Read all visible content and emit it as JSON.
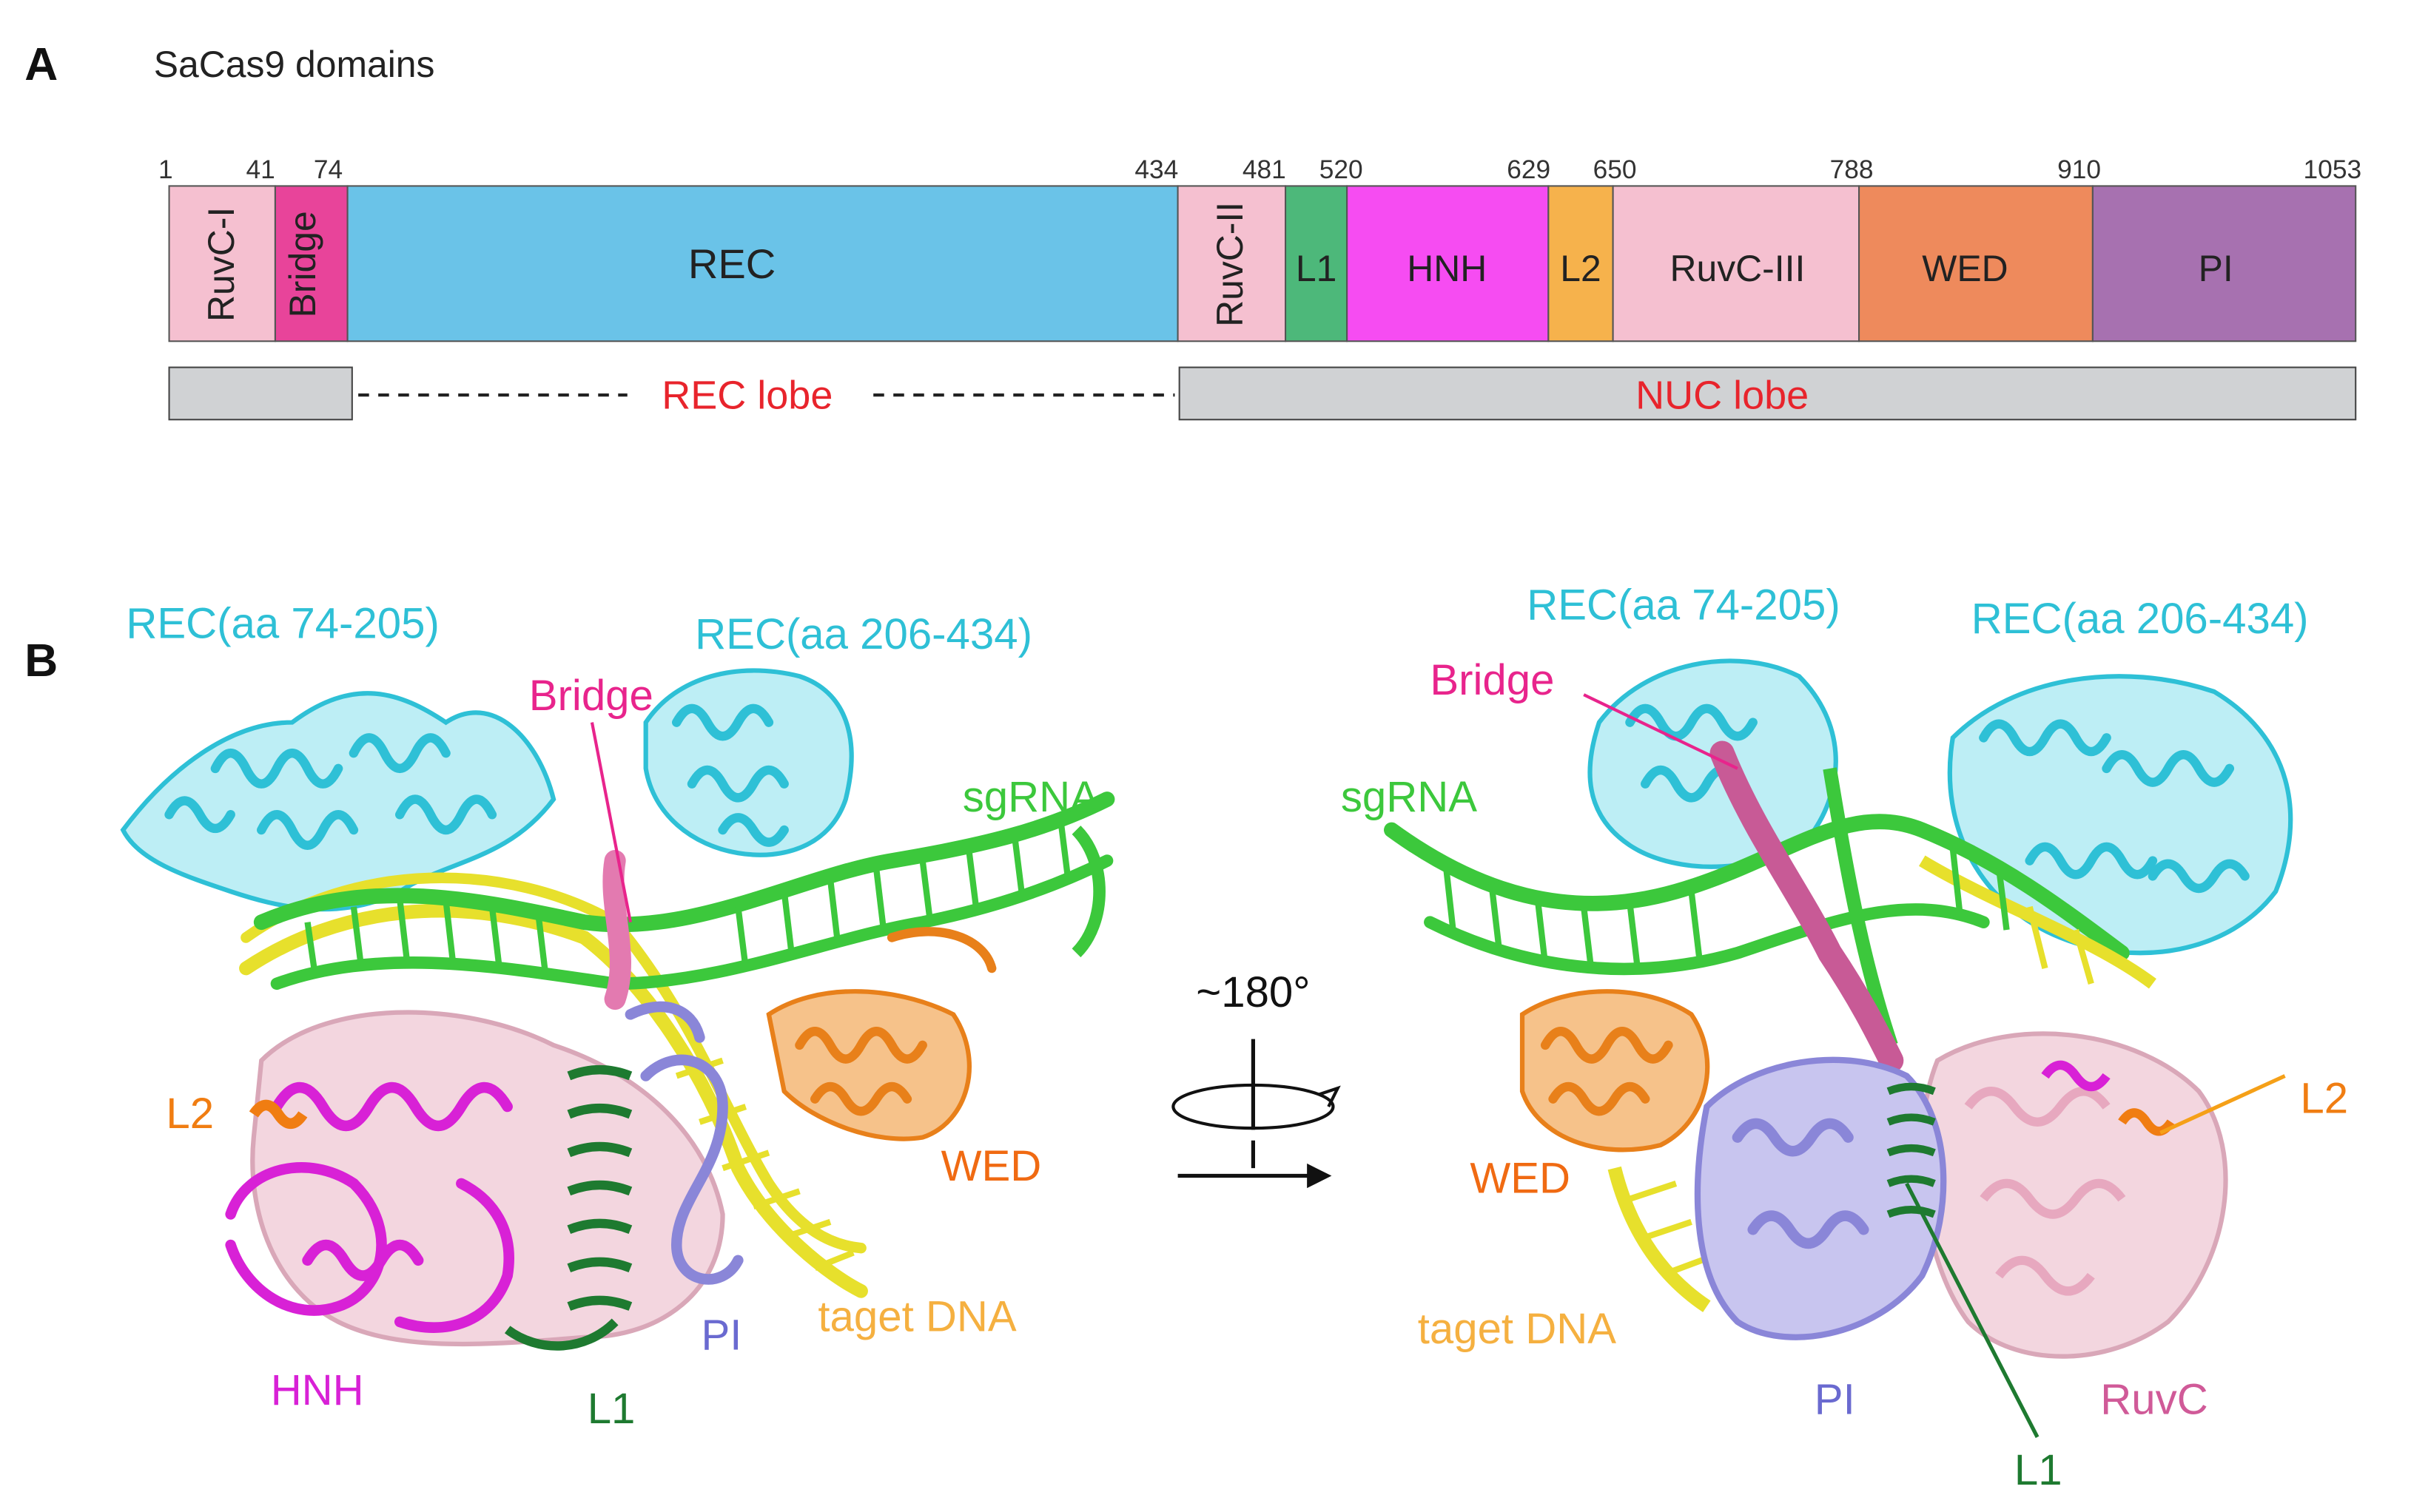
{
  "panel_a": {
    "letter": "A",
    "title": "SaCas9 domains",
    "ticks": [
      "1",
      "41",
      "74",
      "434",
      "481",
      "520",
      "629",
      "650",
      "788",
      "910",
      "1053"
    ],
    "domains": [
      {
        "id": "ruvc1",
        "label": "RuvC-I",
        "vertical": true,
        "color": "#f5c0d0"
      },
      {
        "id": "bridge",
        "label": "Bridge",
        "vertical": true,
        "color": "#e8449a"
      },
      {
        "id": "rec",
        "label": "REC",
        "vertical": false,
        "color": "#6ac3e8"
      },
      {
        "id": "ruvc2",
        "label": "RuvC-II",
        "vertical": true,
        "color": "#f5c0d0"
      },
      {
        "id": "l1",
        "label": "L1",
        "vertical": false,
        "color": "#4db87a"
      },
      {
        "id": "hnh",
        "label": "HNH",
        "vertical": false,
        "color": "#f64cf2"
      },
      {
        "id": "l2",
        "label": "L2",
        "vertical": false,
        "color": "#f6b24c"
      },
      {
        "id": "ruvc3",
        "label": "RuvC-III",
        "vertical": false,
        "color": "#f5c0d0"
      },
      {
        "id": "wed",
        "label": "WED",
        "vertical": false,
        "color": "#ee8a5c"
      },
      {
        "id": "pi",
        "label": "PI",
        "vertical": false,
        "color": "#a771b0"
      }
    ],
    "lobes": {
      "rec_lobe": "REC lobe",
      "nuc_lobe": "NUC lobe",
      "lobe_color": "#d0d2d4",
      "label_color": "#e8242c"
    }
  },
  "panel_b": {
    "letter": "B",
    "rotation": "~180°",
    "left": {
      "rec1": "REC(aa 74-205)",
      "rec2": "REC(aa 206-434)",
      "bridge": "Bridge",
      "sgrna": "sgRNA",
      "l2": "L2",
      "wed": "WED",
      "hnh": "HNH",
      "l1": "L1",
      "pi": "PI",
      "dna": "taget DNA"
    },
    "right": {
      "rec1": "REC(aa 74-205)",
      "rec2": "REC(aa 206-434)",
      "bridge": "Bridge",
      "sgrna": "sgRNA",
      "l2": "L2",
      "wed": "WED",
      "dna": "taget DNA",
      "pi": "PI",
      "ruvc": "RuvC",
      "l1": "L1"
    },
    "colors": {
      "rec": "#2ec0d6",
      "bridge": "#e8248c",
      "sgrna": "#3cc83c",
      "l2": "#f07d12",
      "wed": "#f06a12",
      "hnh": "#d821d6",
      "l1": "#1e7a30",
      "pi": "#6a6ad0",
      "dna": "#f5b040",
      "ruvc": "#d05a98"
    }
  }
}
